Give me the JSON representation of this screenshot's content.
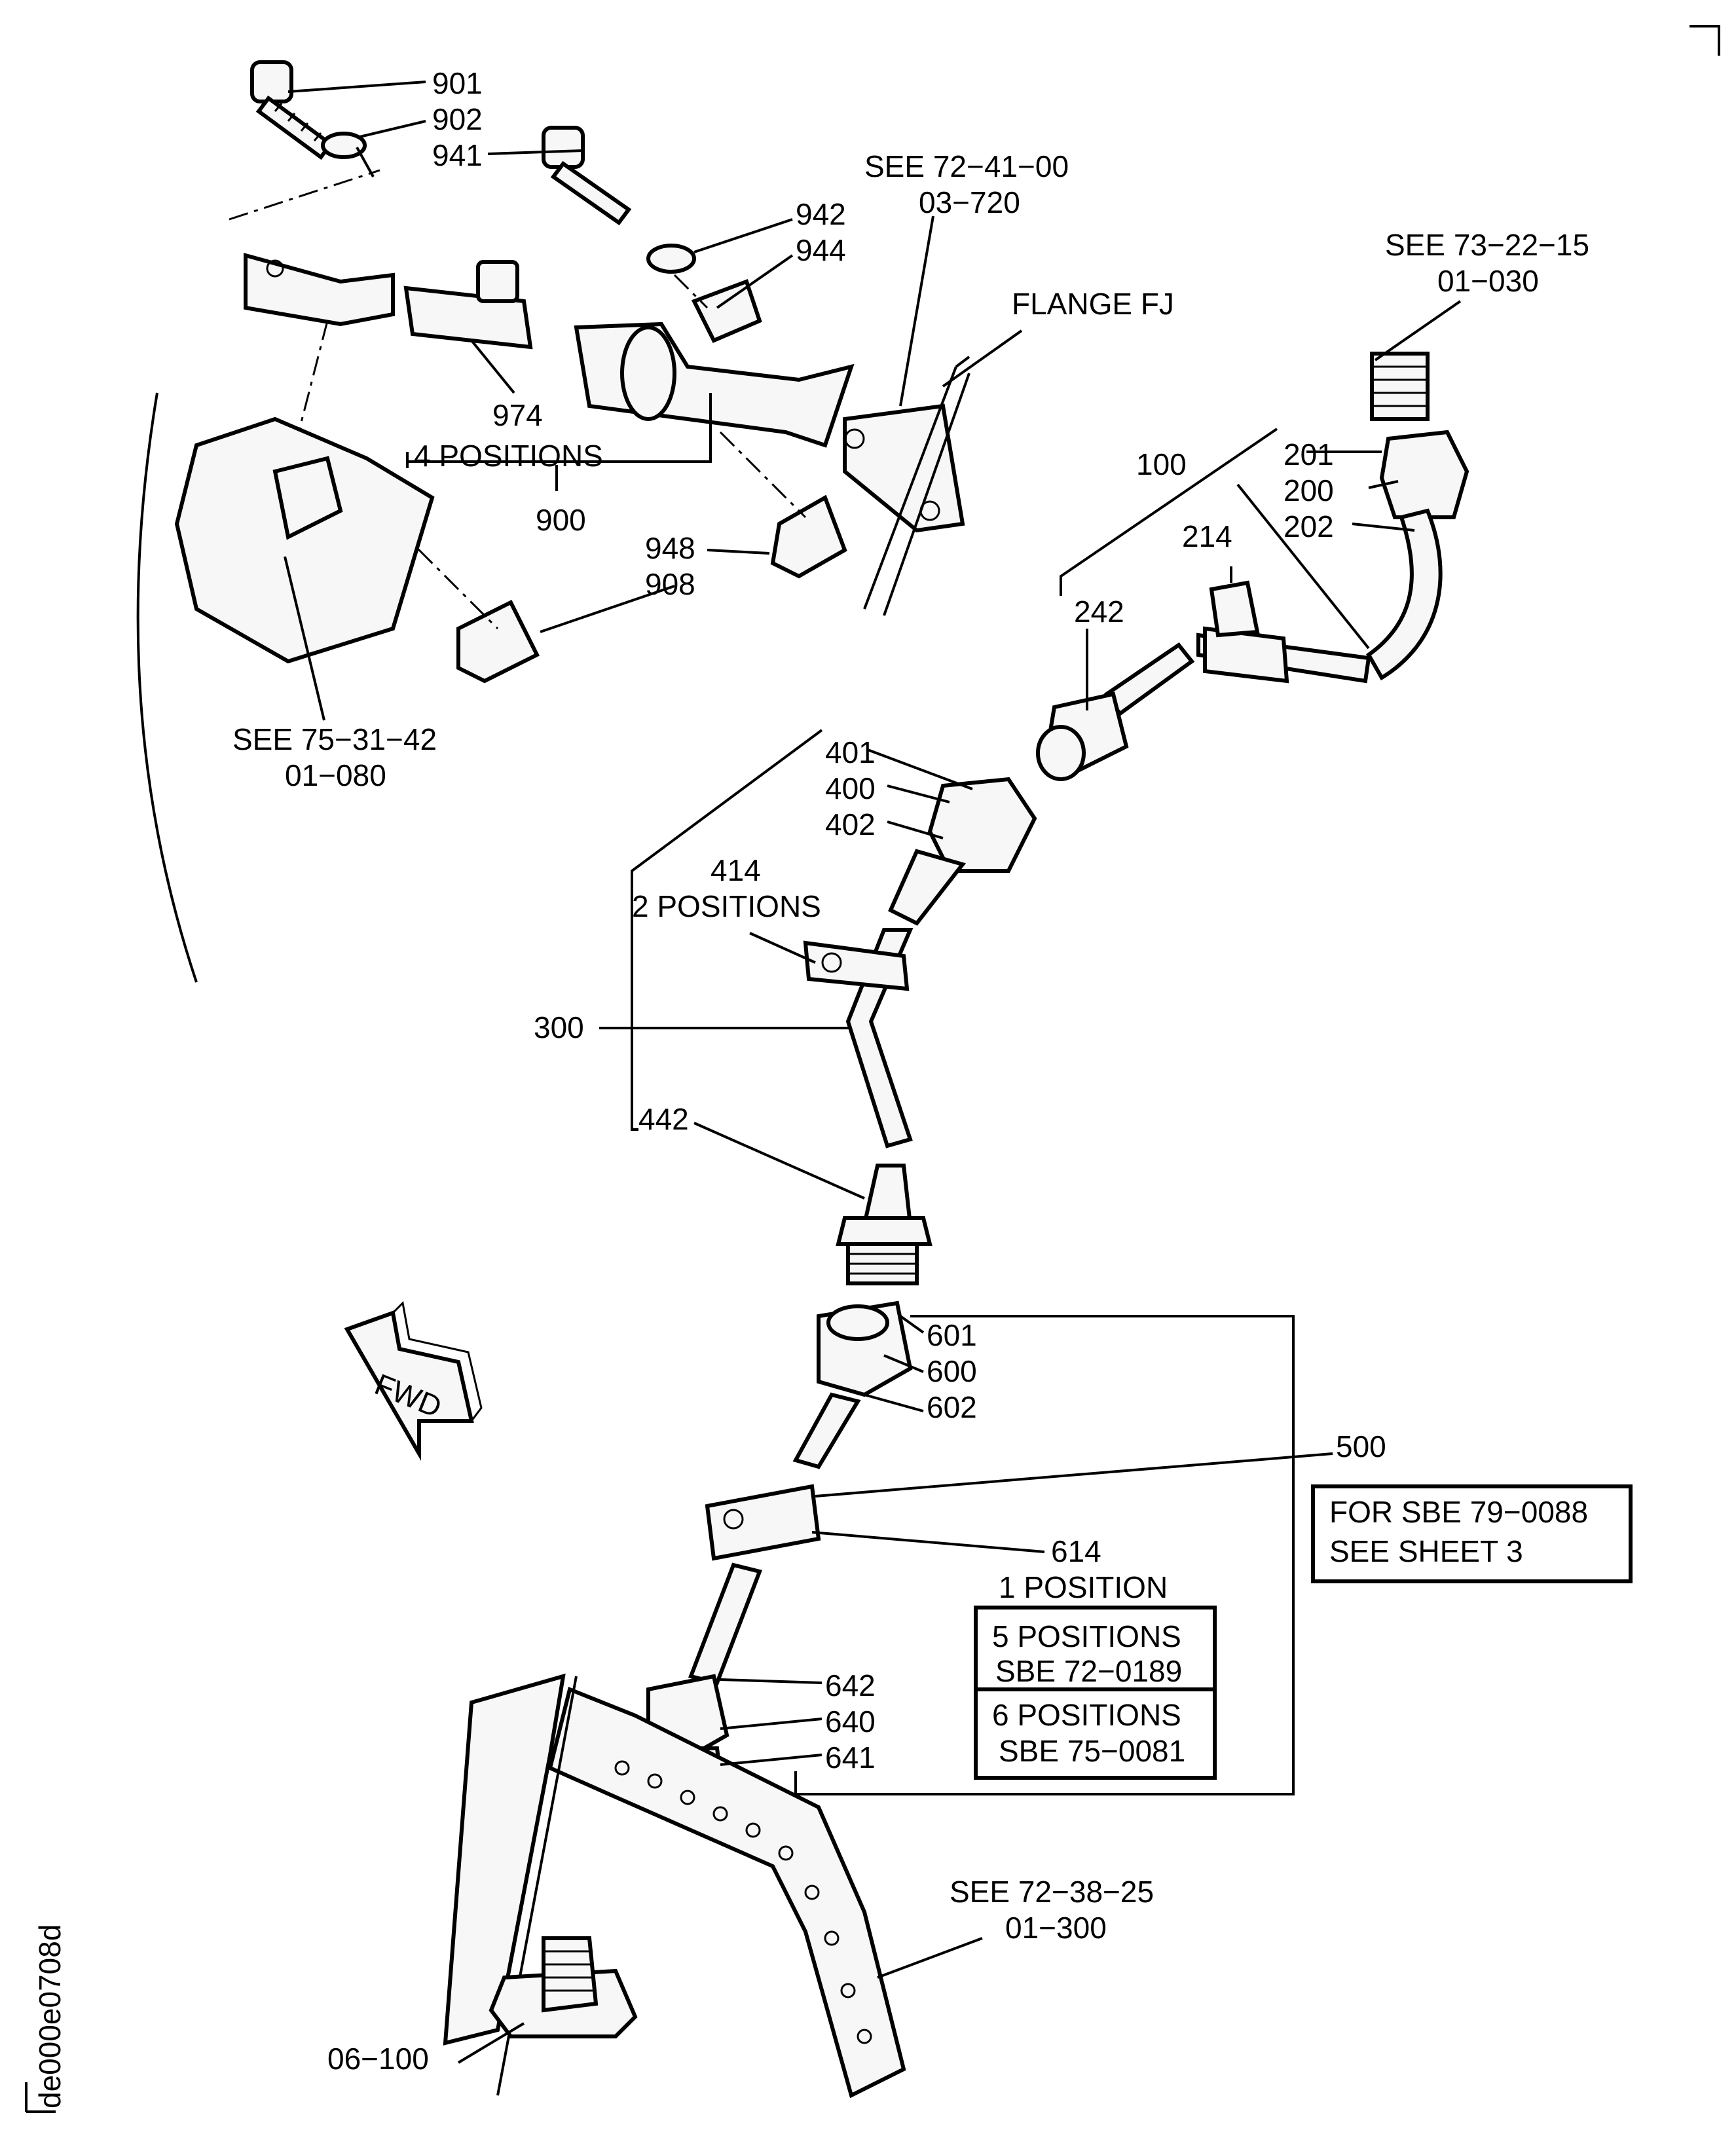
{
  "diagram": {
    "callouts": {
      "p901": "901",
      "p902": "902",
      "p941": "941",
      "p942": "942",
      "p944": "944",
      "p974": "974",
      "p4pos": "4 POSITIONS",
      "p900": "900",
      "p948": "948",
      "p908": "908",
      "see_72_41_a": "SEE 72−41−00",
      "see_72_41_b": "03−720",
      "flange": "FLANGE FJ",
      "see_73_22_a": "SEE 73−22−15",
      "see_73_22_b": "01−030",
      "p100": "100",
      "p201": "201",
      "p200": "200",
      "p202": "202",
      "p214": "214",
      "p242": "242",
      "see_75_31_a": "SEE 75−31−42",
      "see_75_31_b": "01−080",
      "p401": "401",
      "p400": "400",
      "p402": "402",
      "p414": "414",
      "p2pos": "2 POSITIONS",
      "p300": "300",
      "p442": "442",
      "fwd": "FWD",
      "p601": "601",
      "p600": "600",
      "p602": "602",
      "p500": "500",
      "p614": "614",
      "p1pos": "1 POSITION",
      "p642": "642",
      "p640": "640",
      "p641": "641",
      "see_72_38_a": "SEE 72−38−25",
      "see_72_38_b": "01−300",
      "p06_100": "06−100",
      "drawing_id": "de000e0708d"
    },
    "sbe_note": {
      "line1": "FOR SBE 79−0088",
      "line2": "SEE SHEET 3"
    },
    "positions_box": {
      "r1a": "5 POSITIONS",
      "r1b": "SBE 72−0189",
      "r2a": "6 POSITIONS",
      "r2b": "SBE 75−0081"
    }
  }
}
